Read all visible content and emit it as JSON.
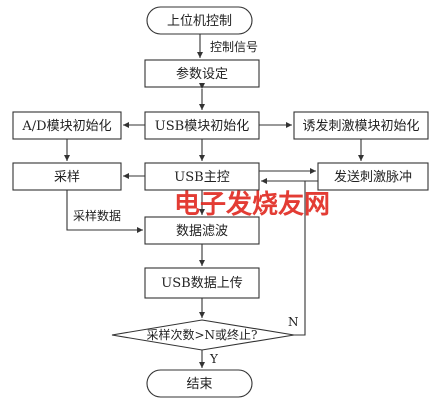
{
  "nodes": {
    "start": "上位机控制",
    "param": "参数设定",
    "usb_init": "USB模块初始化",
    "ad_init": "A/D模块初始化",
    "stim_init": "诱发刺激模块初始化",
    "sample": "采样",
    "usb_main": "USB主控",
    "send_pulse": "发送刺激脉冲",
    "filter": "数据滤波",
    "upload": "USB数据上传",
    "decision": "采样次数>N或终止?",
    "end": "结束"
  },
  "edge_labels": {
    "control_signal": "控制信号",
    "sample_data": "采样数据",
    "yes": "Y",
    "no": "N"
  },
  "watermark": "电子发烧友网",
  "colors": {
    "stroke": "#333333",
    "watermark": "#e0271f"
  }
}
